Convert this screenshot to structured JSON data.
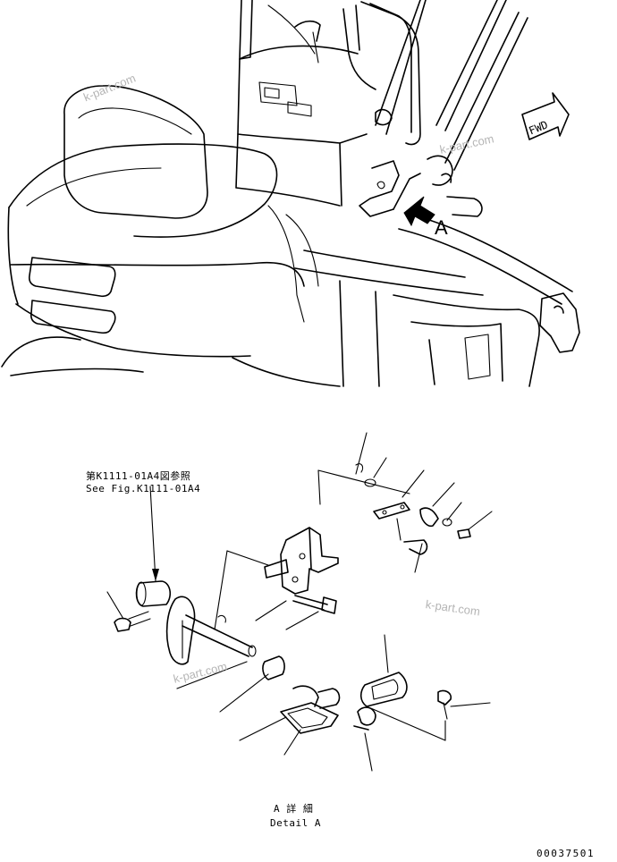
{
  "callout_letter": "A",
  "fwd_label": "FWD",
  "reference": {
    "ja": "第K1111-01A4図参照",
    "en": "See Fig.K1111-01A4"
  },
  "detail": {
    "ja": "A 詳 細",
    "en": "Detail A"
  },
  "drawing_number": "00037501",
  "watermarks": [
    "k-part.com",
    "k-part.com",
    "k-part.com",
    "k-part.com"
  ]
}
